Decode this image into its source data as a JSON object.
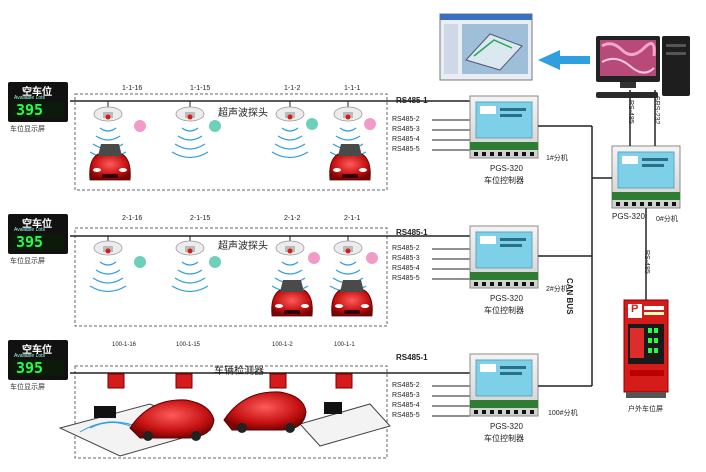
{
  "rows": [
    {
      "display": {
        "title": "空车位",
        "sub": "Available Lots",
        "number": "395",
        "caption": "车位显示屏"
      },
      "sensor_ids": [
        "1-1-16",
        "1-1-15",
        "1-1-2",
        "1-1-1"
      ],
      "sensor_label": "超声波探头",
      "controller": {
        "model": "PGS-320",
        "name": "车位控制器",
        "unit": "1#分机"
      }
    },
    {
      "display": {
        "title": "空车位",
        "sub": "Available Lots",
        "number": "395",
        "caption": "车位显示屏"
      },
      "sensor_ids": [
        "2-1-16",
        "2-1-15",
        "2-1-2",
        "2-1-1"
      ],
      "sensor_label": "超声波探头",
      "controller": {
        "model": "PGS-320",
        "name": "车位控制器",
        "unit": "2#分机"
      }
    },
    {
      "display": {
        "title": "空车位",
        "sub": "Available Lots",
        "number": "395",
        "caption": "车位显示屏"
      },
      "sensor_ids": [
        "100-1-16",
        "100-1-15",
        "100-1-2",
        "100-1-1"
      ],
      "sensor_label": "车辆检测器",
      "controller": {
        "model": "PGS-320",
        "name": "车位控制器",
        "unit": "100#分机"
      }
    }
  ],
  "rs485_ports": [
    "RS485-1",
    "RS485-2",
    "RS485-3",
    "RS485-4",
    "RS485-5"
  ],
  "bus_label": "CAN BUS",
  "main_controller": {
    "model": "PGS-320",
    "unit": "0#分机"
  },
  "pc_links": [
    "RS-485",
    "SRS-232"
  ],
  "outdoor_link": "RS-485",
  "outdoor_screen": {
    "logo": "P",
    "caption": "户外车位屏"
  },
  "colors": {
    "accent": "#2f9fe0",
    "led": "#22ff44",
    "red": "#d61b1b"
  }
}
